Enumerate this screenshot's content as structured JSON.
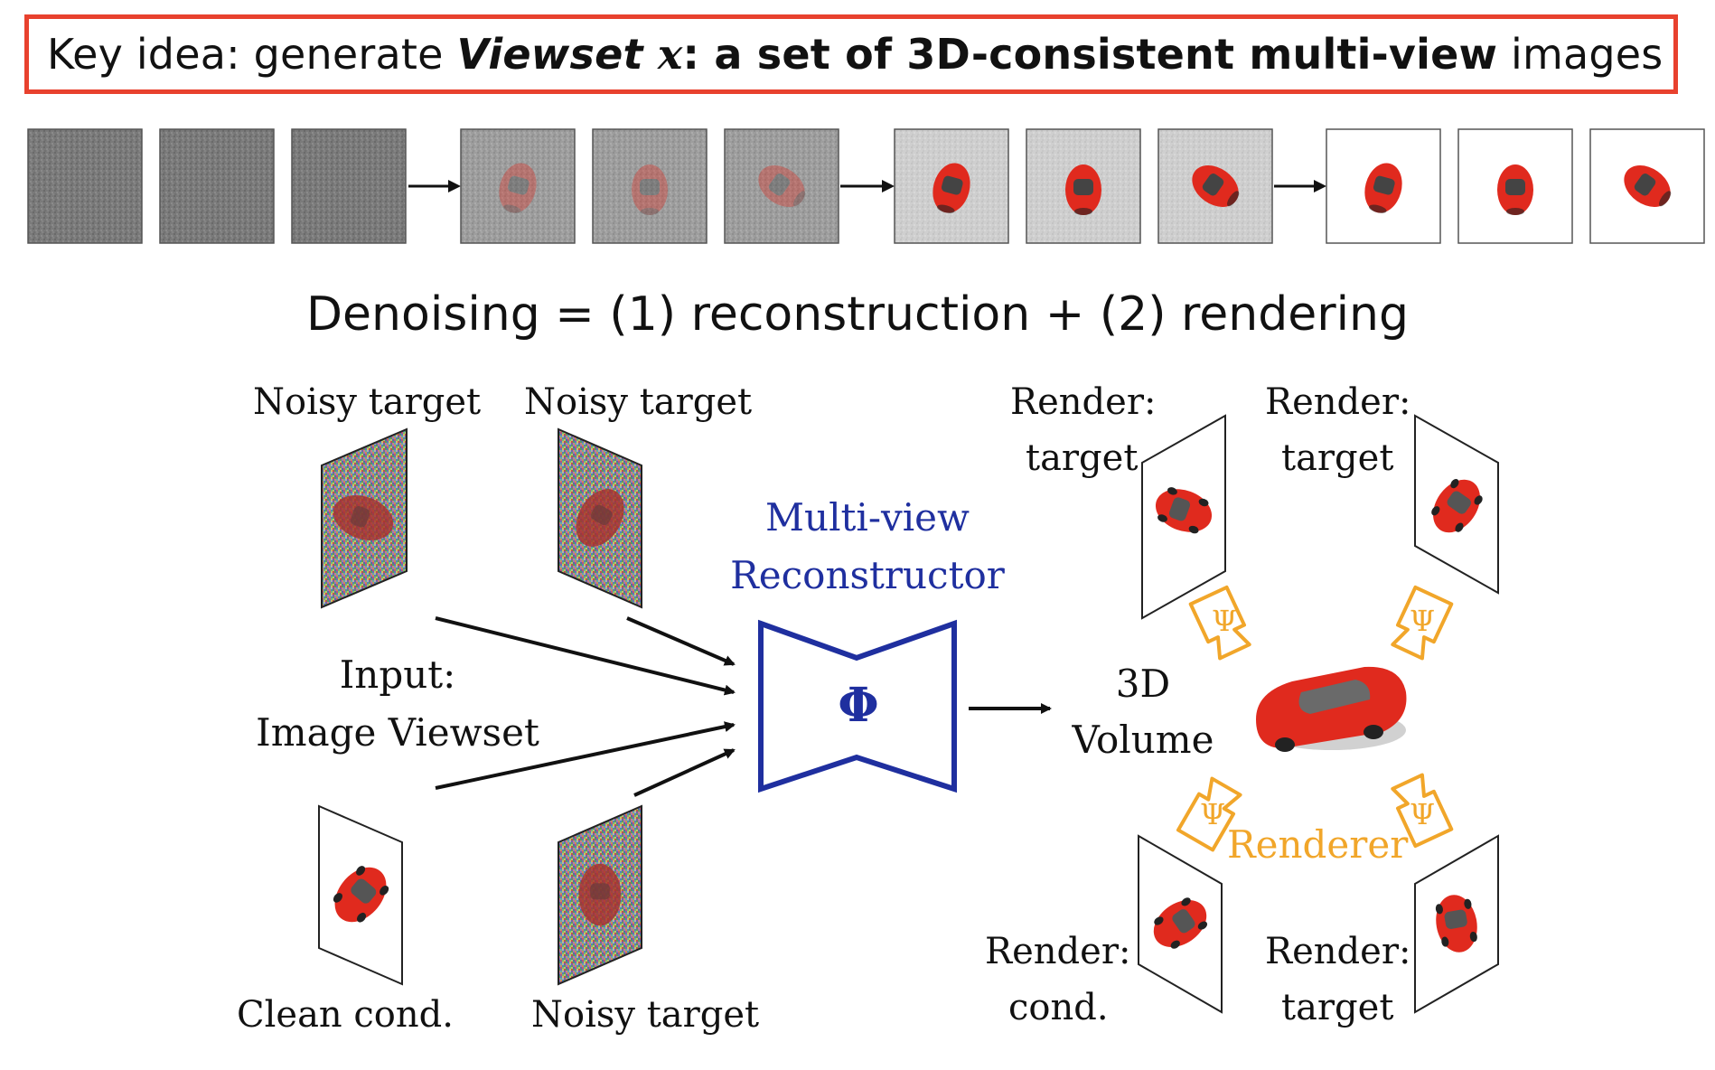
{
  "key_idea": {
    "prefix": "Key idea: generate ",
    "viewset_word": "Viewset",
    "viewset_var": "x",
    "bold_phrase": ": a set of 3D-consistent multi-view",
    "suffix": " images"
  },
  "equation": "Denoising = (1) reconstruction + (2) rendering",
  "labels": {
    "noisy_target_1": "Noisy target",
    "noisy_target_2": "Noisy target",
    "noisy_target_3": "Noisy target",
    "clean_cond": "Clean cond.",
    "input_line1": "Input:",
    "input_line2": "Image Viewset",
    "reconstructor_line1": "Multi-view",
    "reconstructor_line2": "Reconstructor",
    "phi": "Φ",
    "volume_line1": "3D",
    "volume_line2": "Volume",
    "renderer": "Renderer",
    "psi": "Ψ",
    "render_tl_1": "Render:",
    "render_tl_2": "target",
    "render_tr_1": "Render:",
    "render_tr_2": "target",
    "render_bl_1": "Render:",
    "render_bl_2": "cond.",
    "render_br_1": "Render:",
    "render_br_2": "target"
  },
  "colors": {
    "accent_red": "#e8412e",
    "reconstructor_blue": "#1f2f9f",
    "renderer_orange": "#f1a62a",
    "car_red": "#e02a1e"
  }
}
